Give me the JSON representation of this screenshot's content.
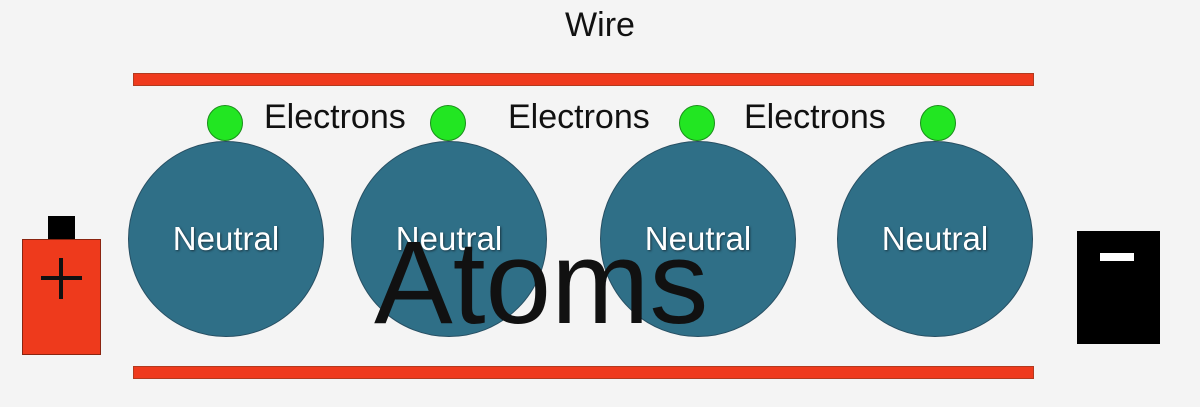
{
  "title": "Wire",
  "big_label": "Atoms",
  "colors": {
    "wire": "#ef3a1d",
    "atom": "#2f6f87",
    "electron": "#22e622",
    "battery_positive": "#ee3a1c",
    "battery_negative": "#000000"
  },
  "atoms": [
    {
      "label": "Neutral"
    },
    {
      "label": "Neutral"
    },
    {
      "label": "Neutral"
    },
    {
      "label": "Neutral"
    }
  ],
  "electron_labels": [
    "Electrons",
    "Electrons",
    "Electrons"
  ],
  "battery_positive": {
    "symbol": "+"
  },
  "battery_negative": {
    "symbol": "−"
  }
}
